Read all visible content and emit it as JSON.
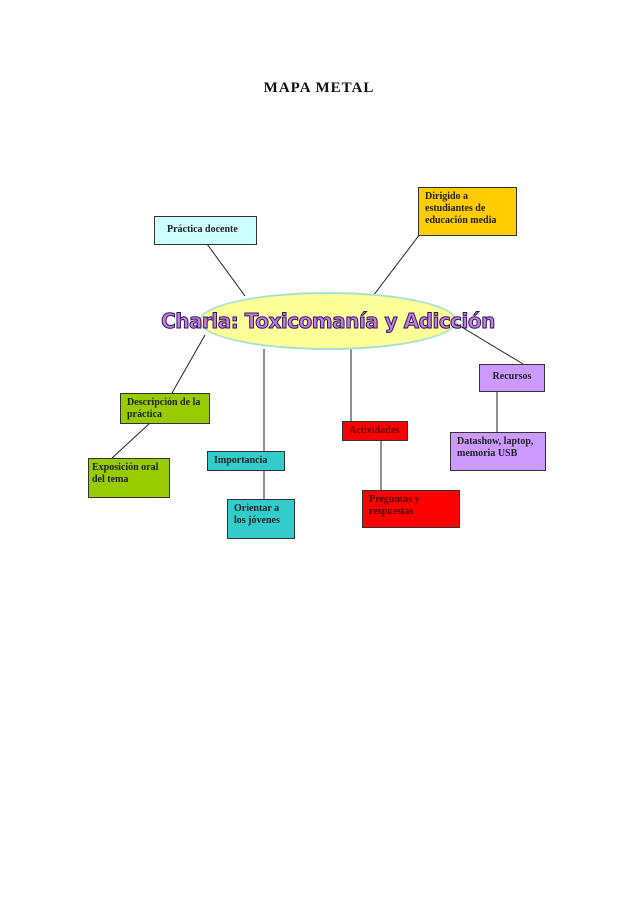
{
  "title": "MAPA METAL",
  "center": {
    "label": "Charla: Toxicomanía y Adicción",
    "fill": "#ffff99",
    "text_color": "#c87be0"
  },
  "nodes": {
    "practica_docente": {
      "label": "Práctica docente",
      "fill": "#ccffff"
    },
    "dirigido": {
      "label": "Dirigido a estudiantes de educación media",
      "fill": "#ffcc00"
    },
    "recursos": {
      "label": "Recursos",
      "fill": "#cc99ff"
    },
    "datashow": {
      "label": "Datashow, laptop, memoria USB",
      "fill": "#cc99ff"
    },
    "descripcion": {
      "label": "Descripción de la práctica",
      "fill": "#99cc00"
    },
    "exposicion": {
      "label": "Exposición oral del tema",
      "fill": "#99cc00"
    },
    "importancia": {
      "label": "Importancia",
      "fill": "#33cccc"
    },
    "orientar": {
      "label": "Orientar a los jóvenes",
      "fill": "#33cccc"
    },
    "actividades": {
      "label": "Actividades",
      "fill": "#ff0000"
    },
    "preguntas": {
      "label": "Preguntas y respuestas",
      "fill": "#ff0000"
    }
  }
}
